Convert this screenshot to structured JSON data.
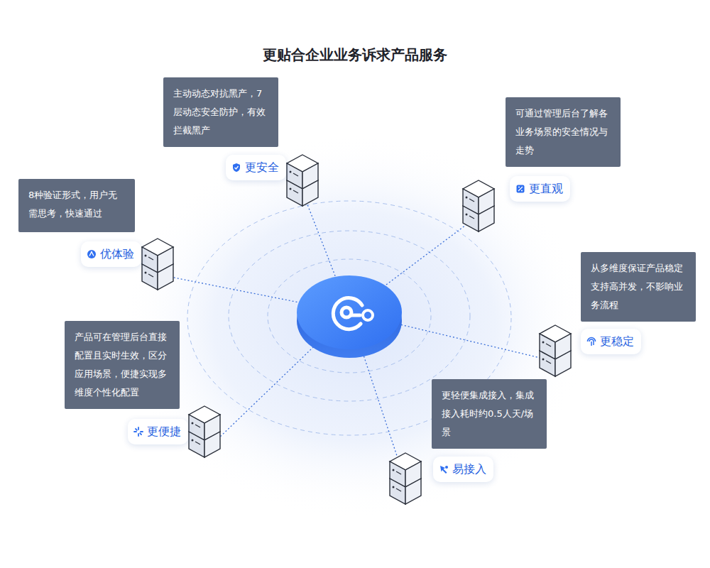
{
  "diagram": {
    "title": "更贴合企业业务诉求产品服务",
    "nodes": [
      {
        "text": [
          "主动动态对抗黑产，7层动态安全防护，有效拦截黑产"
        ]
      },
      {
        "text": [
          "更安全"
        ]
      },
      {
        "text": [
          "可通过管理后台了解各业务场景的安全情况与走势"
        ]
      },
      {
        "text": [
          "更直观"
        ]
      },
      {
        "text": [
          "8种验证形式，用户无需思考，快速通过"
        ]
      },
      {
        "text": [
          "优体验"
        ]
      },
      {
        "text": [
          "从多维度保证产品稳定支持高并发，不影响业务流程"
        ]
      },
      {
        "text": [
          "更稳定"
        ]
      },
      {
        "text": [
          "产品可在管理后台直接配置且实时生效，区分应用场景，便捷实现多维度个性化配置"
        ]
      },
      {
        "text": [
          "更便捷"
        ]
      },
      {
        "text": [
          "更轻便集成接入，集成接入耗时约0.5人天/场景"
        ]
      },
      {
        "text": [
          "易接入"
        ]
      }
    ]
  }
}
